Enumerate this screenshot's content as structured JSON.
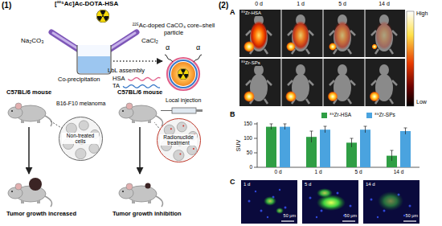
{
  "diagram": {
    "nodes": [
      {
        "text": [
          "Non-treated cells"
        ]
      },
      {
        "text": [
          "Radionuclide treatment"
        ]
      }
    ],
    "labels": [
      "(1)",
      "[²²⁵Ac]Ac-DOTA-HSA",
      "Na₂CO₃",
      "CaCl₂",
      "Co-precipitation",
      "LbL assembly",
      "²²⁵Ac-doped CaCO₃ core–shell particle",
      "α",
      "α",
      "C57BL/6 mouse",
      "C57BL/6 mouse",
      "B16-F10 melanoma",
      "Local injection",
      "Tumor growth increased",
      "Tumor growth inhibition",
      "(2)",
      "A",
      "0 d",
      "1 d",
      "5 d",
      "14 d",
      "⁸⁹Zr-HSA",
      "⁸⁹Zr-SPs",
      "High",
      "Low",
      "B",
      "SUV",
      "150",
      "100",
      "50",
      "0",
      "0 d",
      "1 d",
      "5 d",
      "14 d",
      "C",
      "1 d",
      "5 d",
      "14 d",
      "50 μm",
      "50 μm",
      "50 μm"
    ],
    "legend": [
      {
        "text": "HSA"
      },
      {
        "text": "TA"
      },
      {
        "text": "⁸⁹Zr-HSA",
        "color": "#2f9e44"
      },
      {
        "text": "⁸⁹Zr-SPs",
        "color": "#4aa3df"
      }
    ]
  }
}
